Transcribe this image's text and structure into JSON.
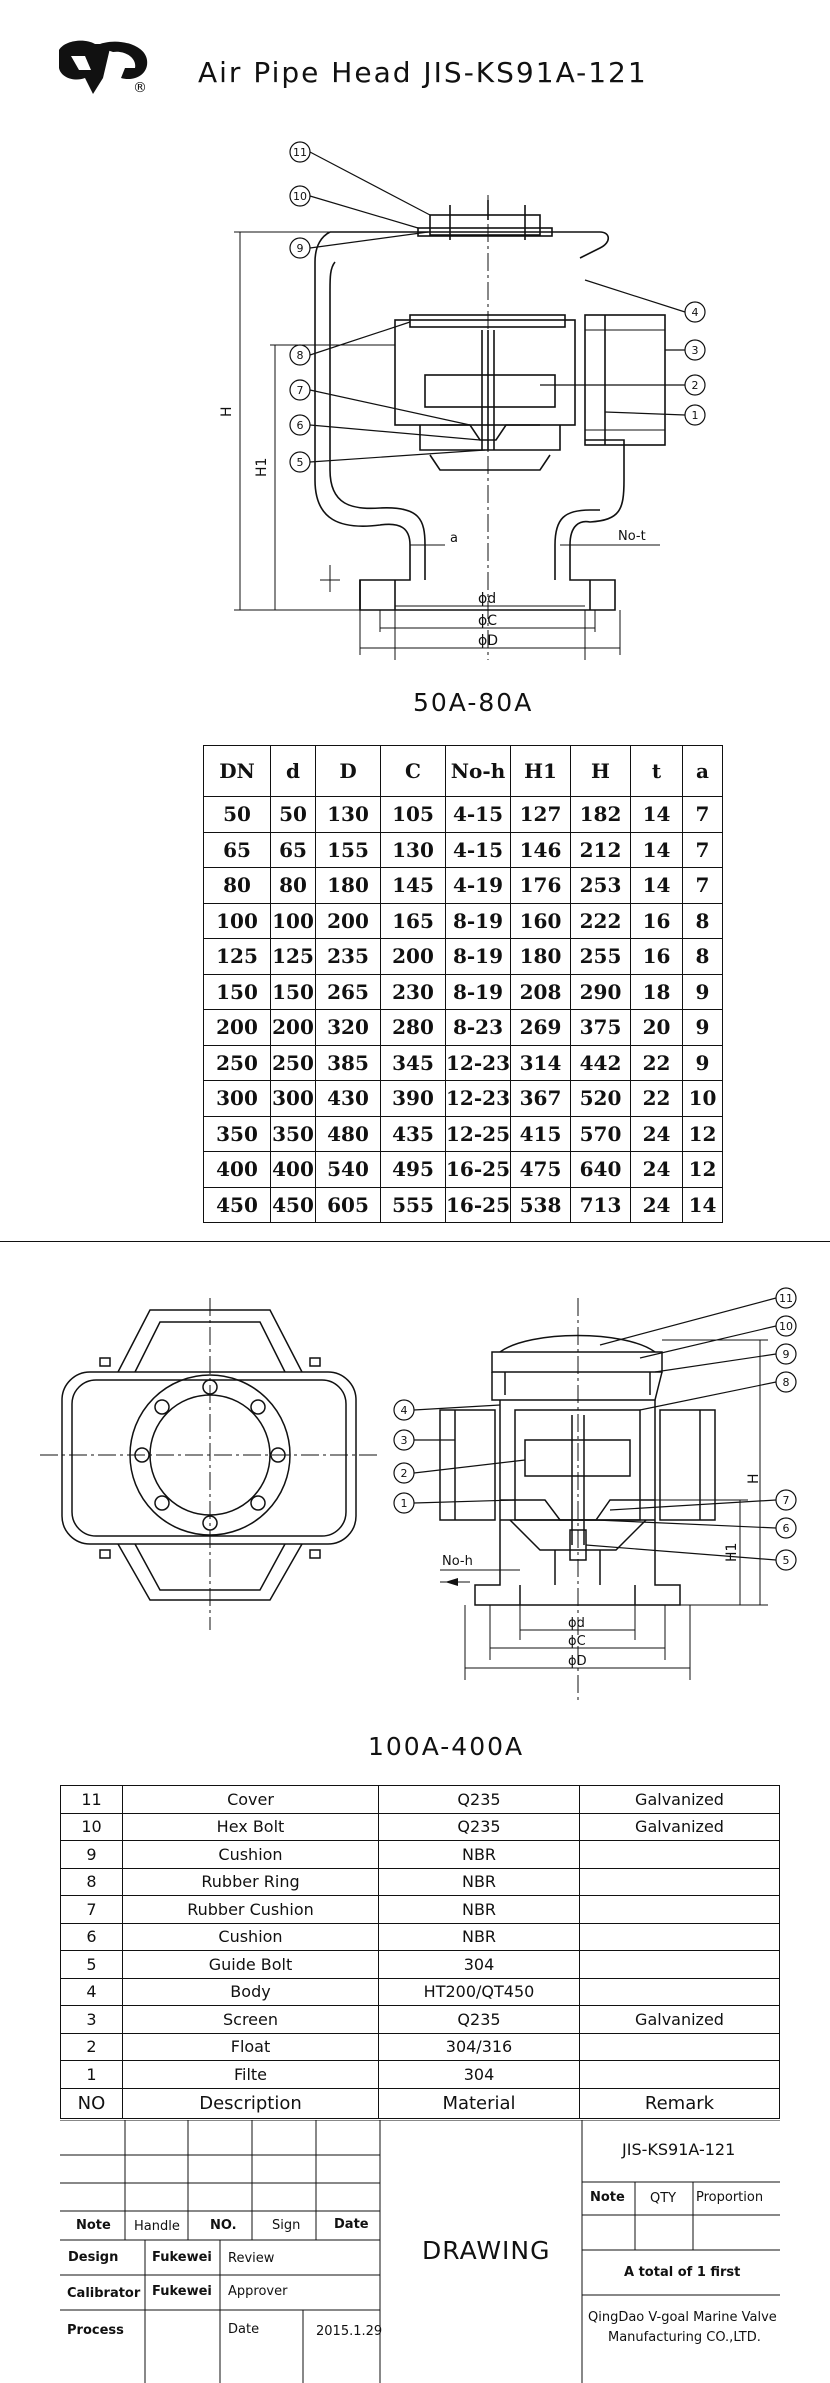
{
  "header": {
    "logo_text": "VG",
    "registered": "®",
    "title": "Air Pipe Head JIS-KS91A-121"
  },
  "drawing1": {
    "caption": "50A-80A",
    "callouts": [
      "⑪",
      "⑩",
      "⑨",
      "⑧",
      "⑦",
      "⑥",
      "⑤",
      "④",
      "③",
      "②",
      "①"
    ],
    "dims": {
      "H": "H",
      "H1": "H1",
      "a": "a",
      "no_t": "No-t",
      "d": "ϕd",
      "C": "ϕC",
      "D": "ϕD"
    }
  },
  "dimension_table": {
    "headers": [
      "DN",
      "d",
      "D",
      "C",
      "No-h",
      "H1",
      "H",
      "t",
      "a"
    ],
    "rows": [
      [
        "50",
        "50",
        "130",
        "105",
        "4-15",
        "127",
        "182",
        "14",
        "7"
      ],
      [
        "65",
        "65",
        "155",
        "130",
        "4-15",
        "146",
        "212",
        "14",
        "7"
      ],
      [
        "80",
        "80",
        "180",
        "145",
        "4-19",
        "176",
        "253",
        "14",
        "7"
      ],
      [
        "100",
        "100",
        "200",
        "165",
        "8-19",
        "160",
        "222",
        "16",
        "8"
      ],
      [
        "125",
        "125",
        "235",
        "200",
        "8-19",
        "180",
        "255",
        "16",
        "8"
      ],
      [
        "150",
        "150",
        "265",
        "230",
        "8-19",
        "208",
        "290",
        "18",
        "9"
      ],
      [
        "200",
        "200",
        "320",
        "280",
        "8-23",
        "269",
        "375",
        "20",
        "9"
      ],
      [
        "250",
        "250",
        "385",
        "345",
        "12-23",
        "314",
        "442",
        "22",
        "9"
      ],
      [
        "300",
        "300",
        "430",
        "390",
        "12-23",
        "367",
        "520",
        "22",
        "10"
      ],
      [
        "350",
        "350",
        "480",
        "435",
        "12-25",
        "415",
        "570",
        "24",
        "12"
      ],
      [
        "400",
        "400",
        "540",
        "495",
        "16-25",
        "475",
        "640",
        "24",
        "12"
      ],
      [
        "450",
        "450",
        "605",
        "555",
        "16-25",
        "538",
        "713",
        "24",
        "14"
      ]
    ]
  },
  "drawing2": {
    "caption": "100A-400A",
    "dims": {
      "no_h": "No-h",
      "H": "H",
      "H1": "H1",
      "d": "ϕd",
      "C": "ϕC",
      "D": "ϕD"
    }
  },
  "parts_table": {
    "rows": [
      [
        "11",
        "Cover",
        "Q235",
        "Galvanized"
      ],
      [
        "10",
        "Hex Bolt",
        "Q235",
        "Galvanized"
      ],
      [
        "9",
        "Cushion",
        "NBR",
        ""
      ],
      [
        "8",
        "Rubber Ring",
        "NBR",
        ""
      ],
      [
        "7",
        "Rubber Cushion",
        "NBR",
        ""
      ],
      [
        "6",
        "Cushion",
        "NBR",
        ""
      ],
      [
        "5",
        "Guide Bolt",
        "304",
        ""
      ],
      [
        "4",
        "Body",
        "HT200/QT450",
        ""
      ],
      [
        "3",
        "Screen",
        "Q235",
        "Galvanized"
      ],
      [
        "2",
        "Float",
        "304/316",
        ""
      ],
      [
        "1",
        "Filte",
        "304",
        ""
      ]
    ],
    "header": [
      "NO",
      "Description",
      "Material",
      "Remark"
    ]
  },
  "title_block": {
    "note": "Note",
    "handle": "Handle",
    "no": "NO.",
    "sign": "Sign",
    "date": "Date",
    "design": "Design",
    "design_name": "Fukewei",
    "review": "Review",
    "calibrator": "Calibrator",
    "calibrator_name": "Fukewei",
    "approver": "Approver",
    "process": "Process",
    "process_date_label": "Date",
    "process_date": "2015.1.29",
    "drawing": "DRAWING",
    "model": "JIS-KS91A-121",
    "qty_note": "Note",
    "qty": "QTY",
    "proportion": "Proportion",
    "total": "A total of 1 first",
    "company_line1": "QingDao V-goal Marine Valve",
    "company_line2": "Manufacturing CO.,LTD."
  }
}
